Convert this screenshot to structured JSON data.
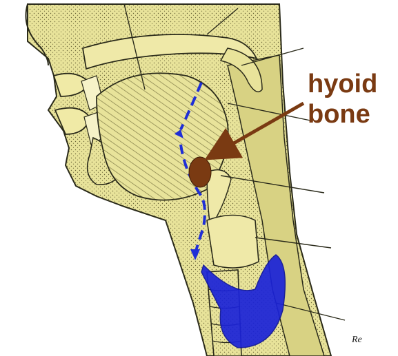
{
  "label": {
    "line1": "hyoid",
    "line2": "bone"
  },
  "signature": "Re",
  "colors": {
    "tissue": "#e8e39a",
    "tissue_dark": "#b8b266",
    "outline": "#2a2a1a",
    "background": "#ffffff",
    "swallow_path": "#1f2fd6",
    "bolus": "#1a22d8",
    "hyoid_bone": "#7a3a12",
    "label_text": "#7a3a12",
    "pointer_arrow": "#7a3a12"
  },
  "icons": {
    "swallow_path": "dashed-arrow-icon",
    "hyoid_marker": "filled-oval-icon",
    "pointer": "arrow-icon"
  }
}
